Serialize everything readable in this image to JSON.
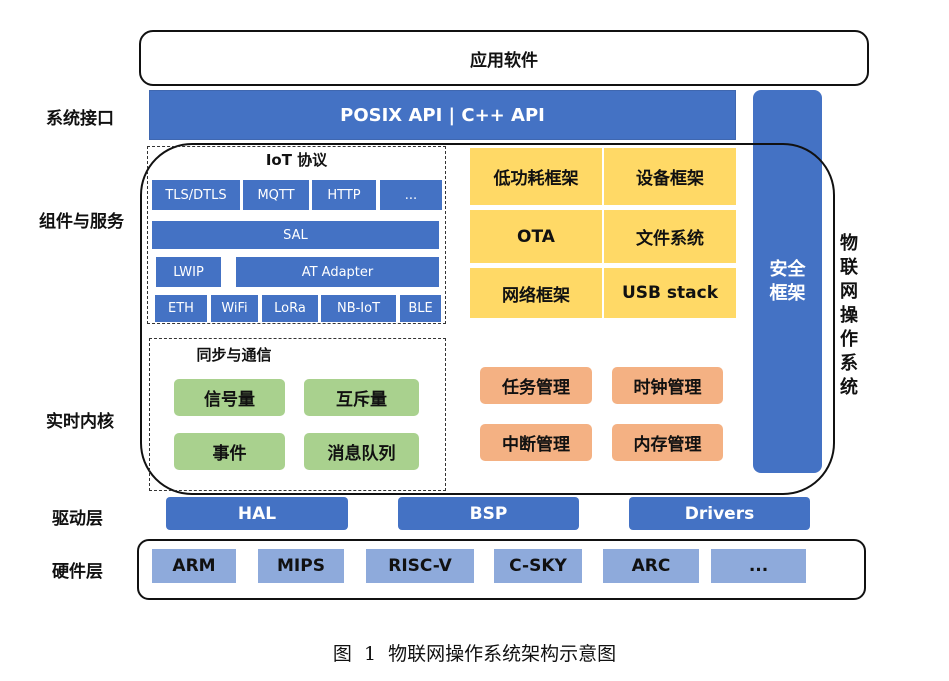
{
  "app_layer": "应用软件",
  "row_labels": {
    "system_interface": "系统接口",
    "components_services": "组件与服务",
    "realtime_kernel": "实时内核",
    "driver_layer": "驱动层",
    "hardware_layer": "硬件层"
  },
  "api_bar": "POSIX API | C++ API",
  "iot_protocol": {
    "title": "IoT 协议",
    "protocols": [
      "TLS/DTLS",
      "MQTT",
      "HTTP",
      "..."
    ],
    "sal": "SAL",
    "lwip": "LWIP",
    "at_adapter": "AT Adapter",
    "links": [
      "ETH",
      "WiFi",
      "LoRa",
      "NB-IoT",
      "BLE"
    ]
  },
  "frameworks": [
    "低功耗框架",
    "设备框架",
    "OTA",
    "文件系统",
    "网络框架",
    "USB stack"
  ],
  "security": "安全框架",
  "os_label": "物联网操作系统",
  "sync": {
    "title": "同步与通信",
    "items": [
      "信号量",
      "互斥量",
      "事件",
      "消息队列"
    ]
  },
  "kernel_mgmt": [
    "任务管理",
    "时钟管理",
    "中断管理",
    "内存管理"
  ],
  "drivers": [
    "HAL",
    "BSP",
    "Drivers"
  ],
  "hardware": [
    "ARM",
    "MIPS",
    "RISC-V",
    "C-SKY",
    "ARC",
    "..."
  ],
  "caption": "图  1  物联网操作系统架构示意图"
}
